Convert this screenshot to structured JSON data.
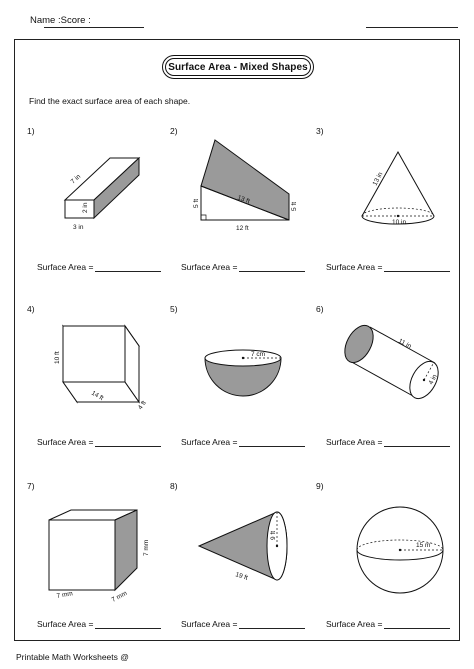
{
  "header": {
    "name_score": "Name :Score :"
  },
  "worksheet": {
    "title": "Surface Area - Mixed Shapes",
    "instructions": "Find the exact surface area of each shape."
  },
  "answer_label": "Surface Area =",
  "problems": [
    {
      "number": "1)",
      "shape": "rectangular-prism",
      "labels": {
        "length": "7 in",
        "height": "2 in",
        "width": "3 in"
      }
    },
    {
      "number": "2)",
      "shape": "triangular-prism",
      "labels": {
        "slant": "13 ft",
        "left": "5 ft",
        "right": "5 ft",
        "base": "12 ft"
      }
    },
    {
      "number": "3)",
      "shape": "cone",
      "labels": {
        "slant": "13 in",
        "diameter": "10 in"
      }
    },
    {
      "number": "4)",
      "shape": "rectangular-prism",
      "labels": {
        "height": "10 ft",
        "length": "14 ft",
        "width": "4 ft"
      }
    },
    {
      "number": "5)",
      "shape": "hemisphere",
      "labels": {
        "radius": "7 cm"
      }
    },
    {
      "number": "6)",
      "shape": "cylinder",
      "labels": {
        "length": "11 in",
        "radius": "4 in"
      }
    },
    {
      "number": "7)",
      "shape": "cube",
      "labels": {
        "height": "7 mm",
        "front": "7 mm",
        "side": "7 mm"
      }
    },
    {
      "number": "8)",
      "shape": "cone",
      "labels": {
        "height": "9 ft",
        "slant": "19 ft"
      }
    },
    {
      "number": "9)",
      "shape": "sphere",
      "labels": {
        "radius": "15 m"
      }
    }
  ],
  "footer": {
    "text": "Printable Math Worksheets @"
  }
}
